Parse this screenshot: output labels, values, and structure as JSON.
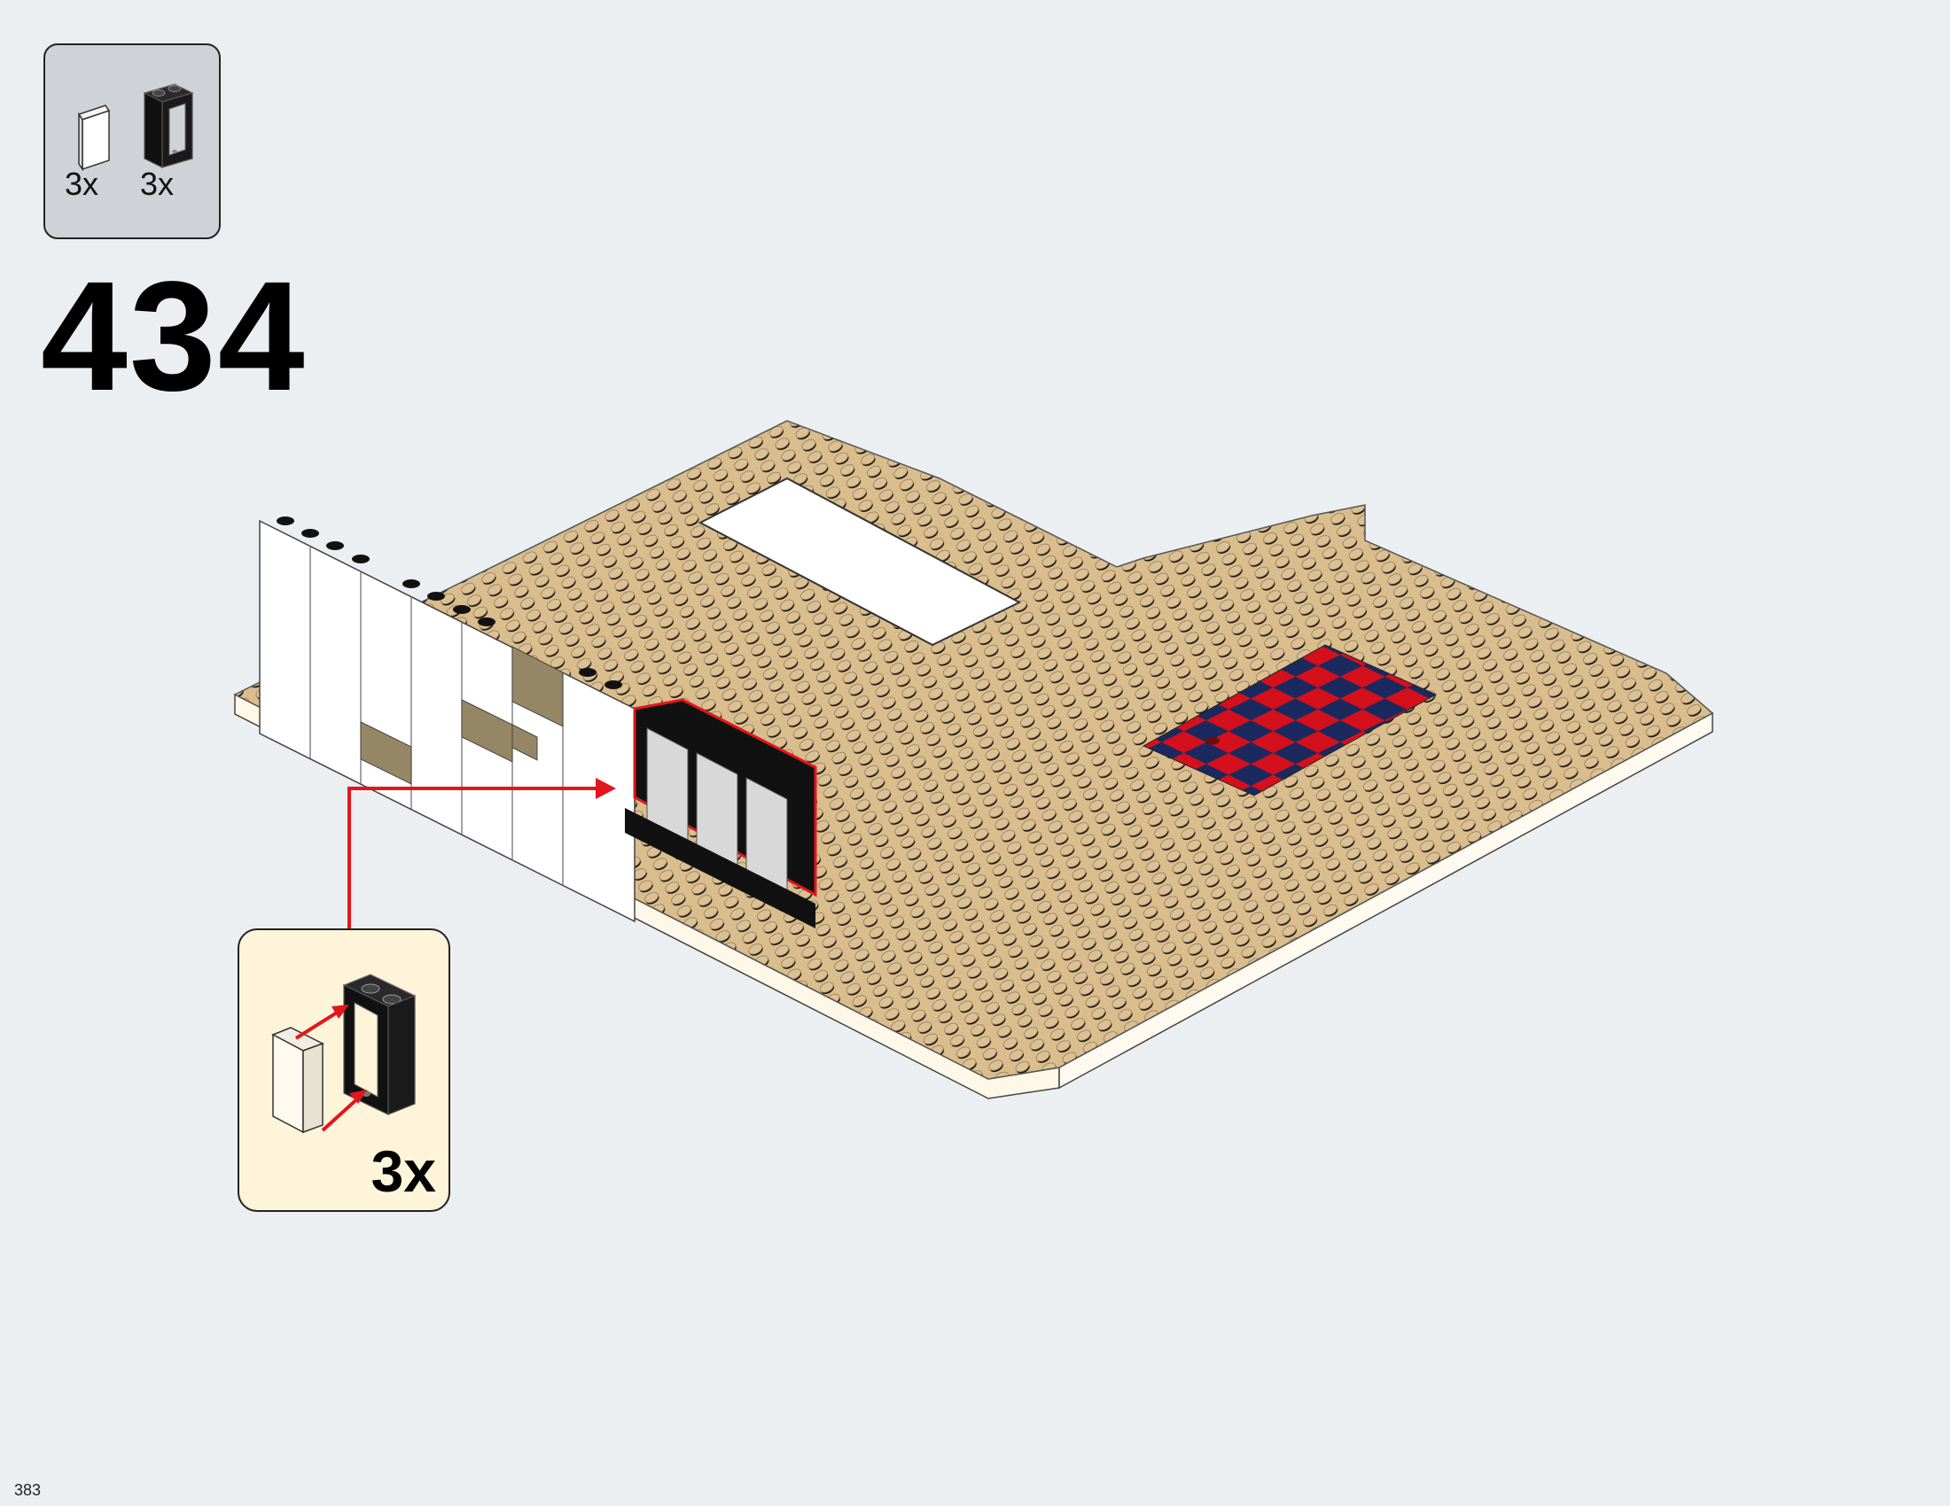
{
  "page": {
    "number": "383",
    "background": "#ebeff2"
  },
  "step": {
    "number": "434"
  },
  "parts_list": {
    "background": "#cfd3d8",
    "items": [
      {
        "icon": "transparent-glass-pane-icon",
        "count": "3x"
      },
      {
        "icon": "black-window-frame-icon",
        "count": "3x"
      }
    ]
  },
  "sub_assembly": {
    "background": "#fdf4d9",
    "count": "3x",
    "icon": "glass-into-window-frame-icon"
  },
  "colors": {
    "tan_plate": "#d9bd8d",
    "stud_shadow": "#111111",
    "dark_tan_brick": "#958766",
    "white_brick": "#ffffff",
    "checker_red": "#d4101c",
    "checker_blue": "#1b2a5e",
    "arrow_red": "#e3161d"
  }
}
